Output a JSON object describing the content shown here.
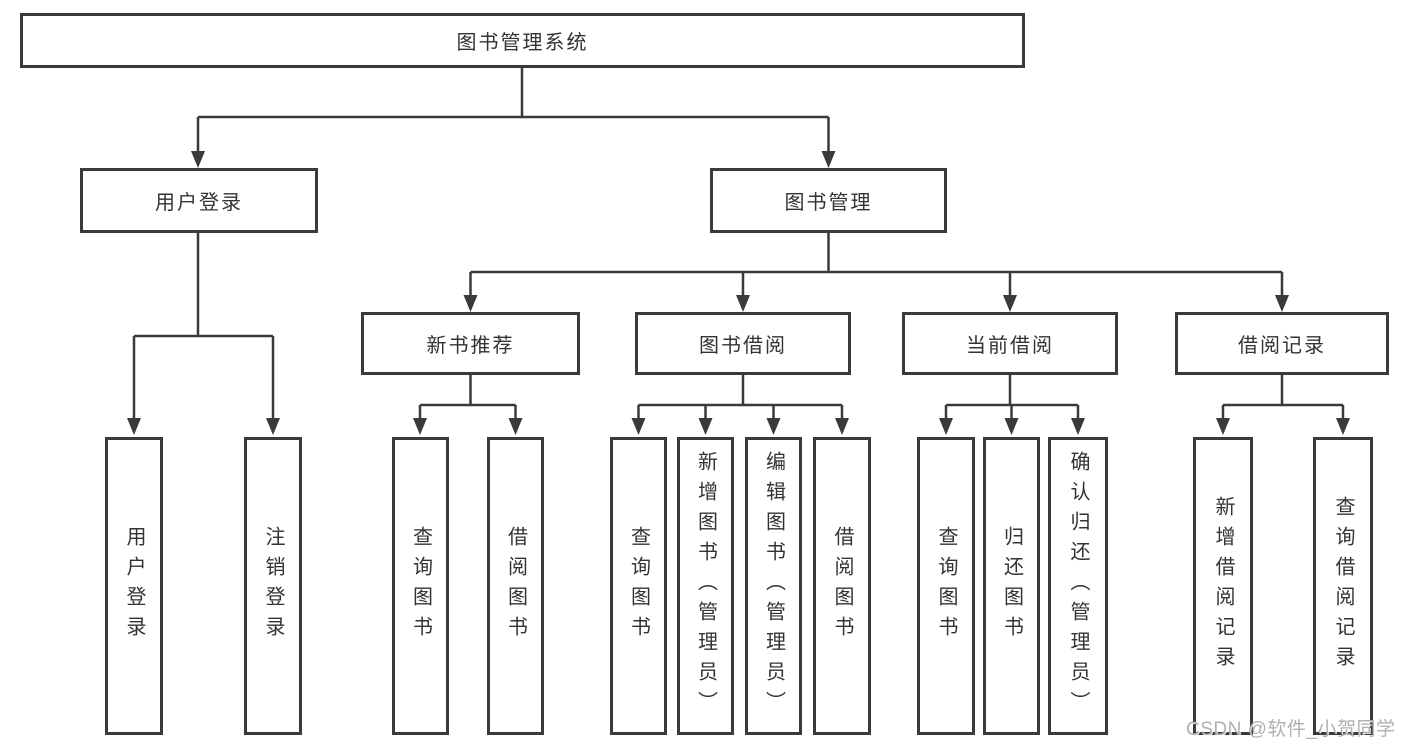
{
  "tree": {
    "root": {
      "label": "图书管理系统",
      "children": [
        {
          "label": "用户登录",
          "children": [
            {
              "label": "用户登录"
            },
            {
              "label": "注销登录"
            }
          ]
        },
        {
          "label": "图书管理",
          "children": [
            {
              "label": "新书推荐",
              "children": [
                {
                  "label": "查询图书"
                },
                {
                  "label": "借阅图书"
                }
              ]
            },
            {
              "label": "图书借阅",
              "children": [
                {
                  "label": "查询图书"
                },
                {
                  "label": "新增图书（管理员）"
                },
                {
                  "label": "编辑图书（管理员）"
                },
                {
                  "label": "借阅图书"
                }
              ]
            },
            {
              "label": "当前借阅",
              "children": [
                {
                  "label": "查询图书"
                },
                {
                  "label": "归还图书"
                },
                {
                  "label": "确认归还（管理员）"
                }
              ]
            },
            {
              "label": "借阅记录",
              "children": [
                {
                  "label": "新增借阅记录"
                },
                {
                  "label": "查询借阅记录"
                }
              ]
            }
          ]
        }
      ]
    }
  },
  "watermark": {
    "text": "CSDN @软件_小贺同学"
  },
  "colors": {
    "line": "#3a3a3a",
    "text": "#333333",
    "box_background": "#ffffff",
    "watermark": "#acacac"
  }
}
